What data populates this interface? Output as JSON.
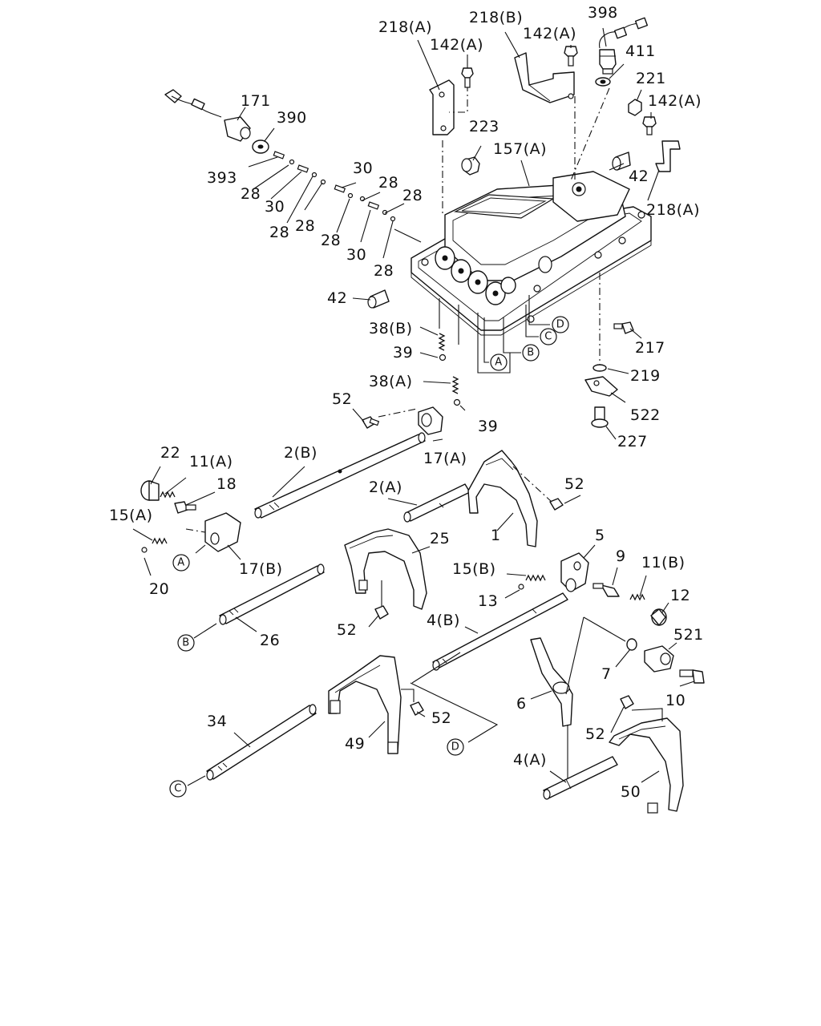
{
  "diagram": {
    "part_labels": {
      "p218a_top": "218(A)",
      "p142a_top": "142(A)",
      "p218b": "218(B)",
      "p142a_mid": "142(A)",
      "p398": "398",
      "p411": "411",
      "p221": "221",
      "p142a_right": "142(A)",
      "p171": "171",
      "p390": "390",
      "p223": "223",
      "p157a": "157(A)",
      "p393": "393",
      "p28a": "28",
      "p30a": "30",
      "p28b": "28",
      "p28c": "28",
      "p30b": "30",
      "p28d": "28",
      "p28e": "28",
      "p28f": "28",
      "p30c": "30",
      "p28g": "28",
      "p42_right": "42",
      "p218a_right": "218(A)",
      "p42_left": "42",
      "p217": "217",
      "p38b": "38(B)",
      "p39a": "39",
      "p38a": "38(A)",
      "p39b": "39",
      "p219": "219",
      "p522": "522",
      "p227": "227",
      "p52_a": "52",
      "p17a": "17(A)",
      "p22": "22",
      "p11a": "11(A)",
      "p2b": "2(B)",
      "p18": "18",
      "p2a": "2(A)",
      "p52_b": "52",
      "p15a": "15(A)",
      "p17b": "17(B)",
      "p20": "20",
      "p1": "1",
      "p25": "25",
      "p5": "5",
      "p9": "9",
      "p11b": "11(B)",
      "p15b": "15(B)",
      "p13": "13",
      "p12": "12",
      "p52_c": "52",
      "p26": "26",
      "p4b": "4(B)",
      "p521": "521",
      "p7": "7",
      "p6": "6",
      "p10": "10",
      "p34": "34",
      "p52_d": "52",
      "p49": "49",
      "p52_e": "52",
      "p4a": "4(A)",
      "p50": "50"
    },
    "reference_markers": {
      "d_top": "D",
      "c_top": "C",
      "b_top": "B",
      "a_top": "A",
      "a_left": "A",
      "b_left": "B",
      "c_left": "C",
      "d_mid": "D"
    }
  }
}
